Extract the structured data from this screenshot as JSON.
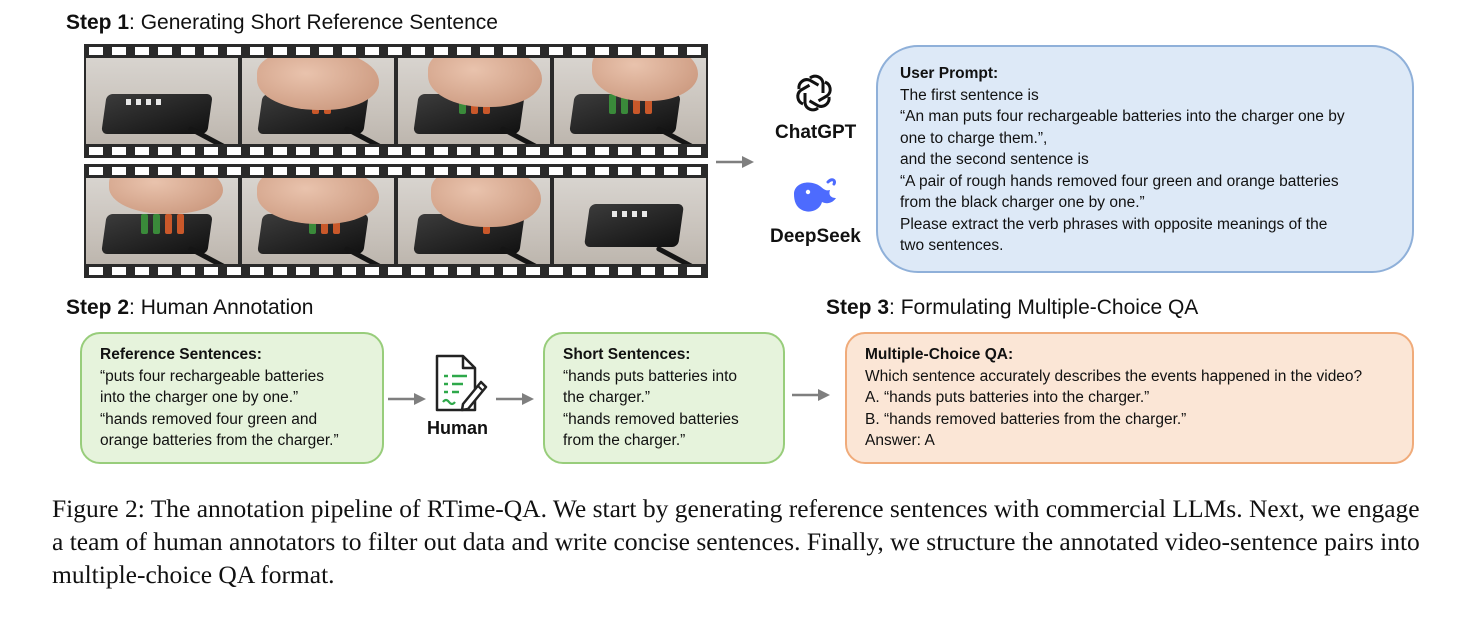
{
  "step1": {
    "label": "Step 1",
    "text": ": Generating Short Reference Sentence"
  },
  "step2": {
    "label": "Step 2",
    "text": ": Human Annotation"
  },
  "step3": {
    "label": "Step 3",
    "text": ": Formulating Multiple-Choice QA"
  },
  "models": [
    {
      "name": "ChatGPT",
      "icon": "openai-icon"
    },
    {
      "name": "DeepSeek",
      "icon": "deepseek-whale-icon"
    }
  ],
  "user_prompt": {
    "title": "User Prompt:",
    "lines": [
      "The first sentence is",
      "“An man puts four rechargeable batteries into the charger one by",
      "one to charge them.”,",
      "and the second sentence is",
      "“A pair of rough hands removed four green and orange batteries",
      "from the black charger one by one.”",
      "Please extract the verb phrases with opposite meanings of the",
      "two sentences."
    ]
  },
  "reference_box": {
    "title": "Reference Sentences:",
    "lines": [
      "“puts four rechargeable batteries",
      "into the charger one by one.”",
      "“hands removed four green and",
      "orange batteries from the charger.”"
    ]
  },
  "human": {
    "label": "Human",
    "icon": "document-pen-icon"
  },
  "short_box": {
    "title": "Short Sentences:",
    "lines": [
      "“hands puts batteries into",
      "the charger.”",
      "“hands removed batteries",
      "from the charger.”"
    ]
  },
  "qa_box": {
    "title": "Multiple-Choice QA:",
    "lines": [
      "Which sentence accurately describes the events happened in the video?",
      "A. “hands puts batteries into the charger.”",
      "B. “hands removed batteries from the charger.”",
      "Answer: A"
    ]
  },
  "caption": "Figure 2: The annotation pipeline of RTime-QA. We start by generating reference sentences with commercial LLMs. Next, we engage a team of human annotators to filter out data and write concise sentences. Finally, we structure the annotated video-sentence pairs into multiple-choice QA format.",
  "colors": {
    "prompt_bg": "#dde9f7",
    "prompt_border": "#8fb0d9",
    "green_bg": "#e6f3dc",
    "green_border": "#98cd7b",
    "orange_bg": "#fbe6d6",
    "orange_border": "#f0ab7a",
    "arrow": "#7f7f7f",
    "deepseek_blue": "#4d6bfe"
  }
}
